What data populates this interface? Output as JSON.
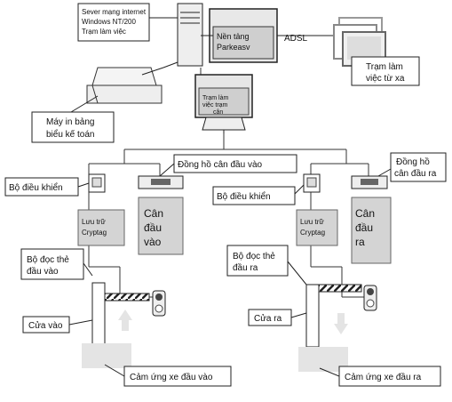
{
  "server": {
    "caption": [
      "Sever mạng internet",
      "Windows NT/200",
      "Trạm làm việc"
    ],
    "platform": [
      "Nền tảng",
      "Parkeasv"
    ]
  },
  "adsl_label": "ADSL",
  "remote_workstation": [
    "Trạm làm",
    "việc từ xa"
  ],
  "printer": [
    "Máy in bảng",
    "biểu kế toán"
  ],
  "central_workstation": [
    "Trạm làm",
    "việc trạm",
    "cân"
  ],
  "left": {
    "controller": "Bộ điều khiển",
    "scale_clock": "Đồng hồ cân đầu vào",
    "storage": [
      "Lưu trữ",
      "Cryptag"
    ],
    "scale": [
      "Cân",
      "đầu",
      "vào"
    ],
    "reader": [
      "Bộ đọc thẻ",
      "đầu vào"
    ],
    "gate": "Cửa vào",
    "sensor": "Cảm ứng xe đầu vào"
  },
  "right": {
    "controller": "Bộ điều khiển",
    "scale_clock": [
      "Đồng hồ",
      "cân đầu ra"
    ],
    "storage": [
      "Lưu trữ",
      "Cryptag"
    ],
    "scale": [
      "Cân",
      "đầu",
      "ra"
    ],
    "reader": [
      "Bộ đọc thẻ",
      "đầu ra"
    ],
    "gate": "Cửa ra",
    "sensor": "Cảm ứng xe đầu ra"
  }
}
